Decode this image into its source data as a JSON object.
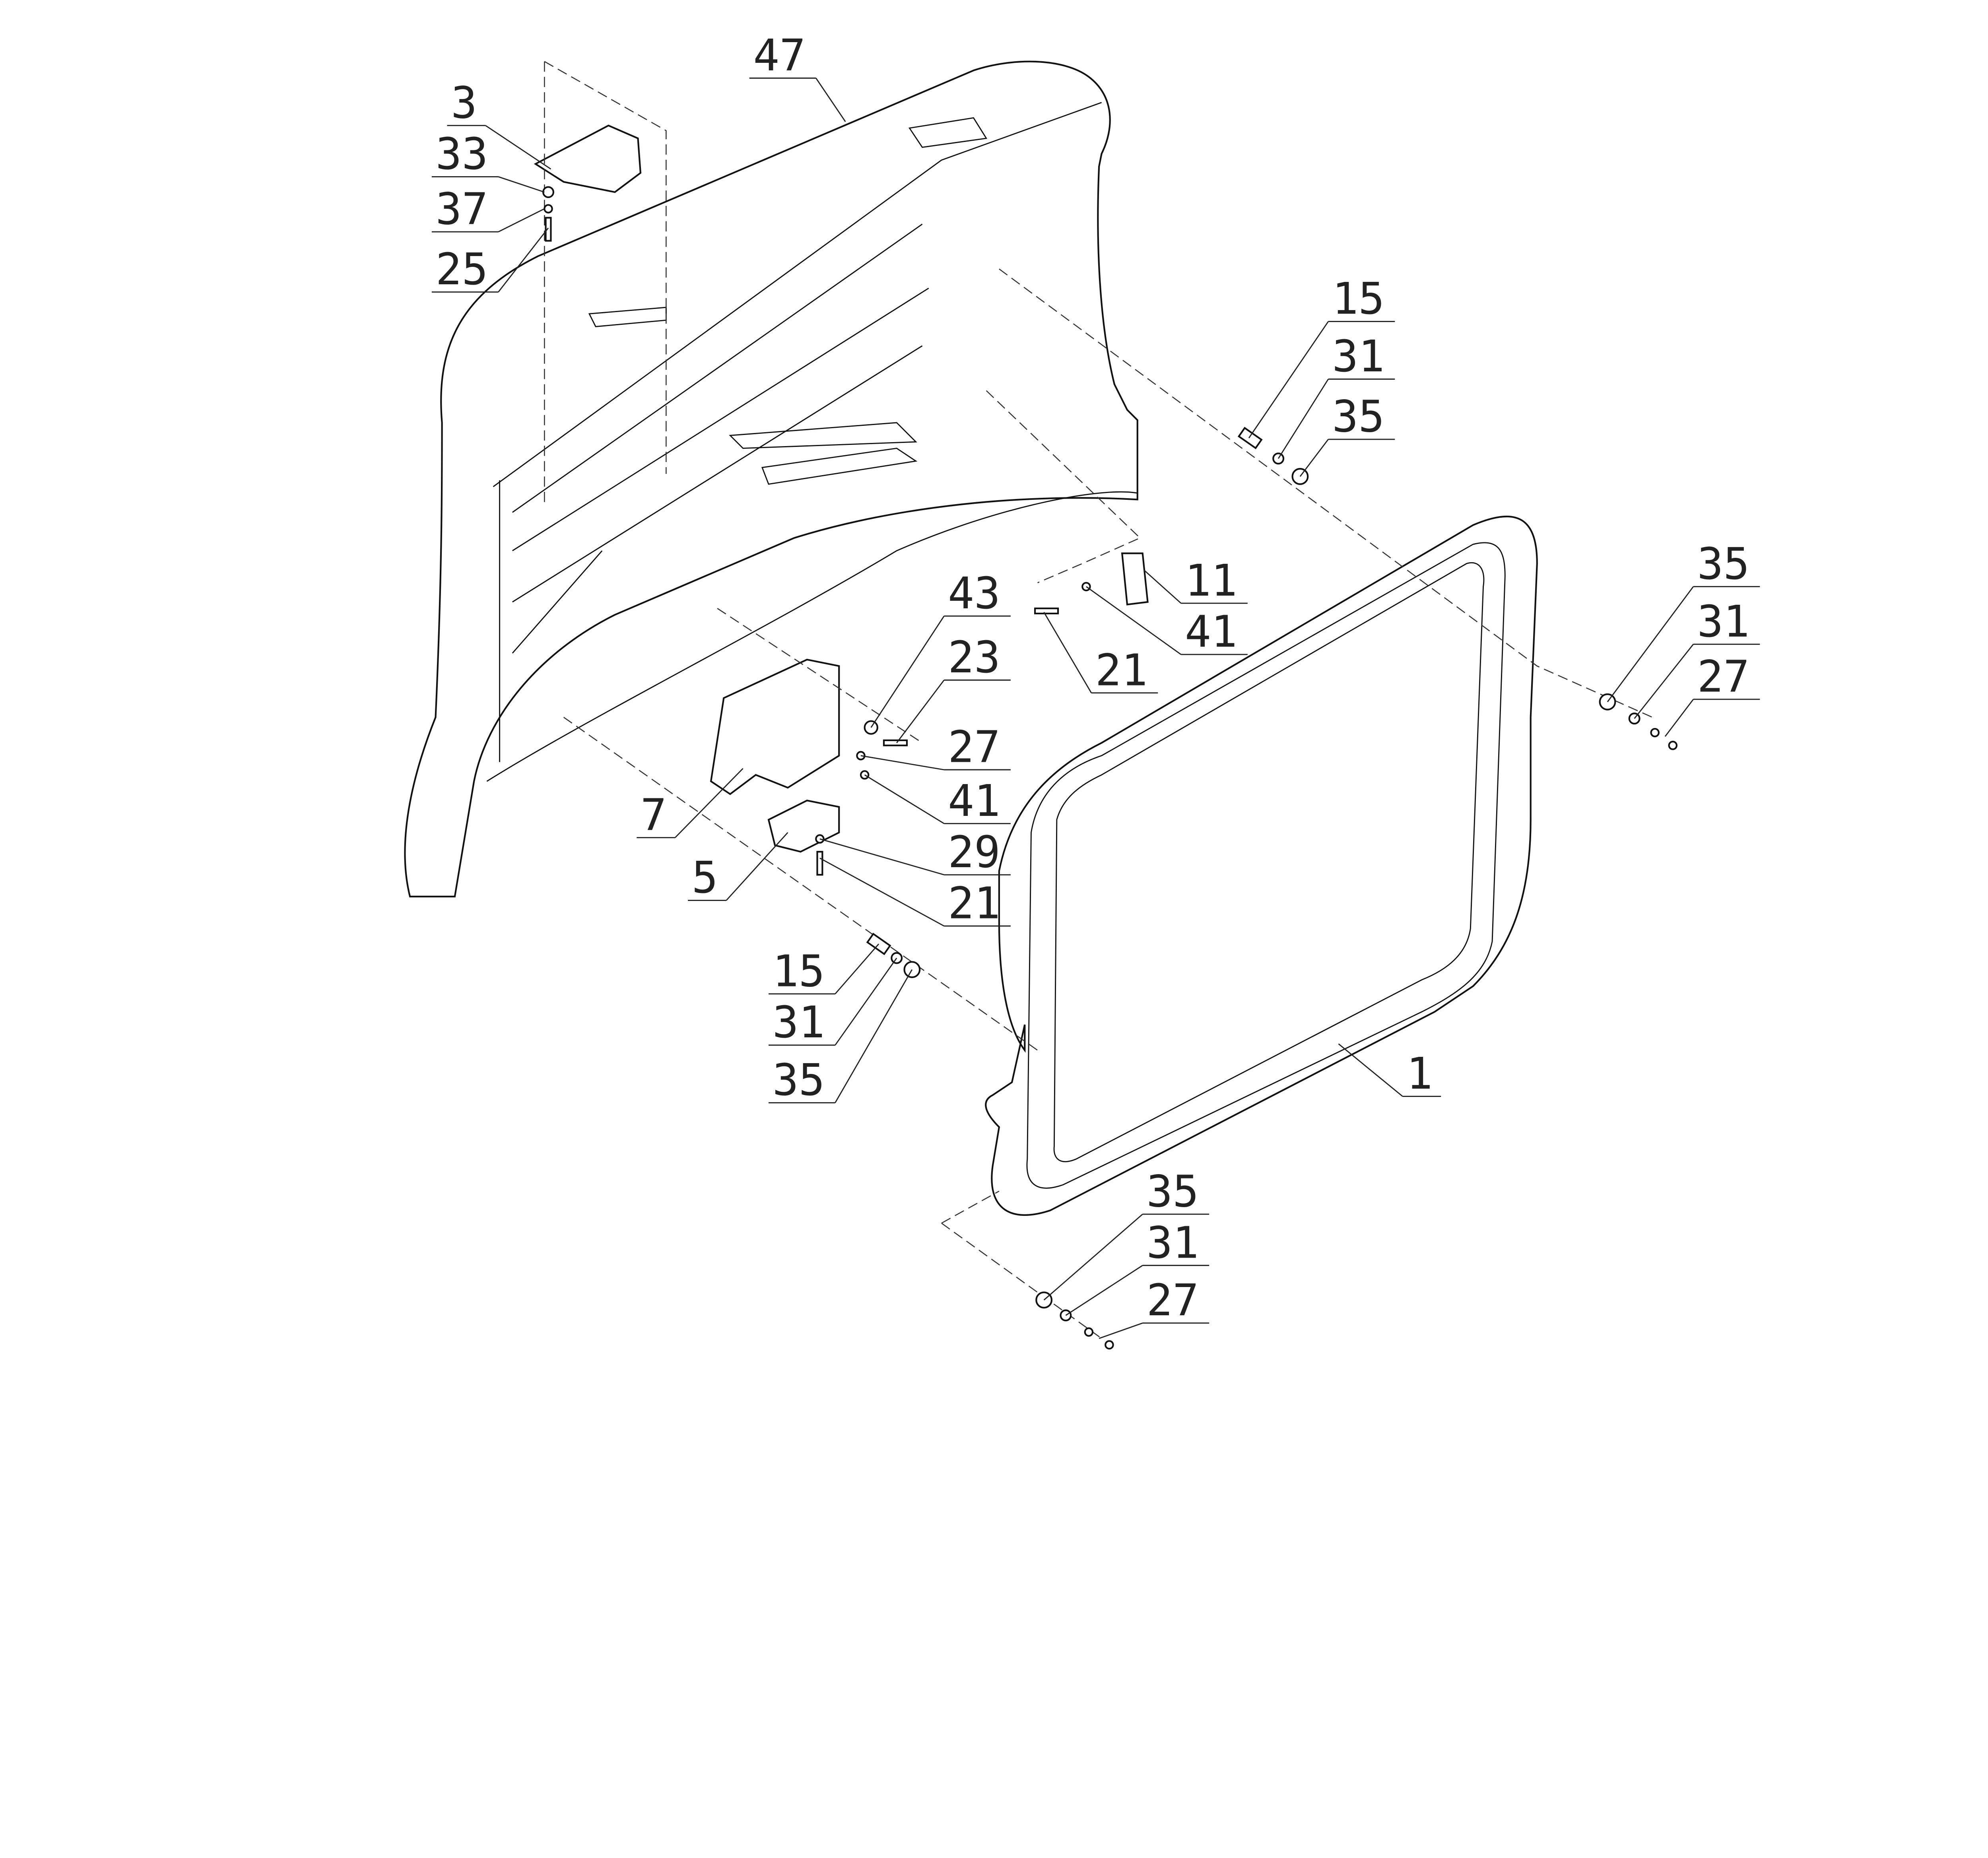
{
  "diagram": {
    "type": "exploded-parts-view",
    "callouts": [
      "47",
      "3",
      "33",
      "37",
      "25",
      "15",
      "31",
      "35",
      "11",
      "41",
      "21",
      "43",
      "23",
      "27",
      "41",
      "7",
      "29",
      "5",
      "21",
      "15",
      "31",
      "35",
      "35",
      "31",
      "27",
      "1",
      "35",
      "31",
      "27"
    ]
  }
}
